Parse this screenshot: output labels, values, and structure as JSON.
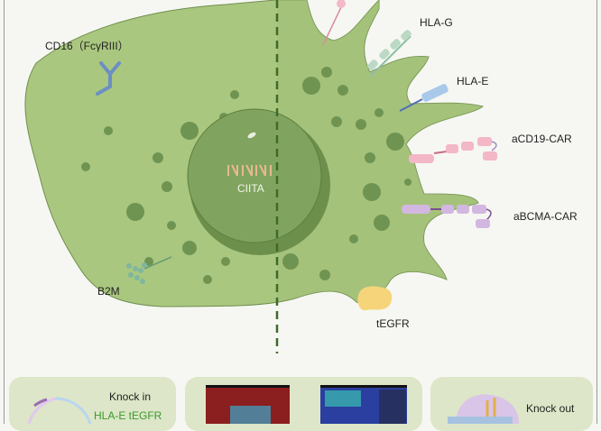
{
  "labels": {
    "cd16": "CD16（FcγRIII）",
    "hla_g": "HLA-G",
    "hla_e": "HLA-E",
    "acd19_car": "aCD19-CAR",
    "abcma_car": "aBCMA-CAR",
    "b2m": "B2M",
    "tegfr": "tEGFR",
    "ciita": "CIITA"
  },
  "panels": {
    "knock_in": "Knock in",
    "knock_in_genes": "HLA-E tEGFR",
    "knock_out": "Knock out"
  },
  "colors": {
    "cell": "#aac77f",
    "nucleus": "#80a45f",
    "dashed": "#3f6a2a",
    "panel": "#dde6c8",
    "gene_text": "#3a9a2a"
  }
}
